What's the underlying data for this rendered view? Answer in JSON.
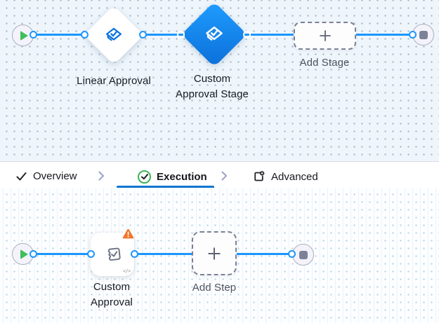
{
  "top_canvas": {
    "stage_labels": {
      "linear": "Linear Approval",
      "custom": "Custom Approval Stage",
      "add": "Add Stage"
    }
  },
  "tab_bar": {
    "tabs": [
      {
        "label": "Overview",
        "icon": "check-icon",
        "active": false
      },
      {
        "label": "Execution",
        "icon": "success-circle-icon",
        "active": true
      },
      {
        "label": "Advanced",
        "icon": "page-gear-icon",
        "active": false
      }
    ]
  },
  "bottom_canvas": {
    "step_labels": {
      "custom": "Custom Approval",
      "add": "Add Step"
    },
    "code_indicator": "</>"
  },
  "icons": {
    "start": "play-icon",
    "end": "stop-icon",
    "stage": "approval-diamond-check-icon",
    "step": "approval-stamp-check-icon",
    "warning": "warning-triangle-icon",
    "add": "plus-icon"
  },
  "colors": {
    "connector": "#1b96ff",
    "selected_stage": "#1285f0",
    "tab_underline": "#0b76d1",
    "warning": "#f2762b",
    "success": "#3bb558",
    "play": "#3fbf58"
  }
}
